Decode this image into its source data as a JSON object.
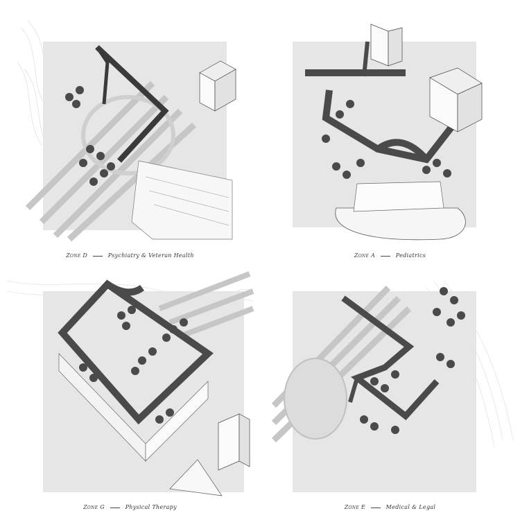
{
  "zones": [
    {
      "zone_label": "Zone D",
      "program": "Psychiatry & Veteran Health"
    },
    {
      "zone_label": "Zone A",
      "program": "Pediatrics"
    },
    {
      "zone_label": "Zone G",
      "program": "Physical Therapy"
    },
    {
      "zone_label": "Zone E",
      "program": "Medical & Legal"
    }
  ]
}
